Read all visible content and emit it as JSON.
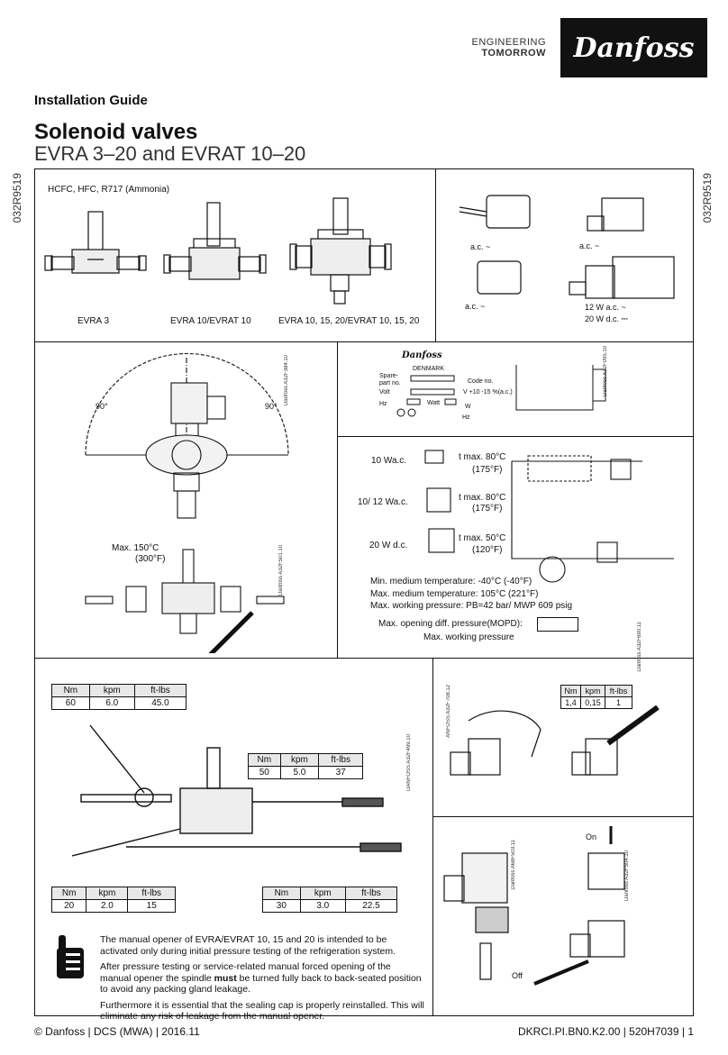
{
  "header": {
    "tagline_1": "ENGINEERING",
    "tagline_2": "TOMORROW",
    "brand": "Danfoss"
  },
  "doc_type": "Installation Guide",
  "title": "Solenoid valves",
  "subtitle": "EVRA 3–20 and EVRAT 10–20",
  "side_code": "032R9519",
  "panel1": {
    "refrigerants": "HCFC, HFC, R717 (Ammonia)",
    "captions": [
      "EVRA 3",
      "EVRA 10/EVRAT 10",
      "EVRA 10, 15, 20/EVRAT 10, 15, 20"
    ]
  },
  "panel2": {
    "labels": [
      "a.c. ~",
      "a.c. ~",
      "a.c. ~",
      "12 W a.c. ~",
      "20 W d.c. ⎓"
    ]
  },
  "panel3": {
    "angle_left": "90°",
    "angle_right": "90°",
    "max_temp_1": "Max. 150°C",
    "max_temp_2": "(300°F)",
    "fig_ref_1": "Danfoss A32F384.10",
    "fig_ref_2": "Danfoss A32F501.10"
  },
  "panel4": {
    "brand": "Danfoss",
    "country": "DENMARK",
    "spare_part": "Spare-\npart no.",
    "volt": "Volt",
    "hz": "Hz",
    "code_no": "Code no.",
    "volt_range": "V +10 -15 %(a.c.)",
    "watt": "Watt",
    "w": "W",
    "hz2": "Hz",
    "fig_ref": "Danfoss A32F095.10"
  },
  "panel5": {
    "rows": [
      {
        "power": "10  Wa.c.",
        "tmax": "t max. 80°C",
        "tf": "(175°F)"
      },
      {
        "power": "10/ 12 Wa.c.",
        "tmax": "t max. 80°C",
        "tf": "(175°F)"
      },
      {
        "power": "20  W d.c.",
        "tmax": "t max. 50°C",
        "tf": "(120°F)"
      }
    ],
    "min_temp": "Min. medium temperature:   -40°C (-40°F)",
    "max_temp": "Max. medium temperature:  105°C (221°F)",
    "max_pressure": "Max. working pressure: PB=42 bar/ MWP 609 psig",
    "mopd": "Max. opening diff. pressure(MOPD):",
    "mwp": "Max. working  pressure",
    "fig_ref": "Danfoss A32F690.11"
  },
  "torque": {
    "headers": [
      "Nm",
      "kpm",
      "ft-lbs"
    ],
    "t1": [
      "60",
      "6.0",
      "45.0"
    ],
    "t2": [
      "50",
      "5.0",
      "37"
    ],
    "t3": [
      "20",
      "2.0",
      "15"
    ],
    "t4": [
      "30",
      "3.0",
      "22.5"
    ],
    "t5": [
      "1,4",
      "0,15",
      "1"
    ],
    "fig_ref": "DANFOSS A32F499.10",
    "fig_ref_small": "ANFOSS A32F708.12"
  },
  "warning": {
    "p1": "The manual opener of EVRA/EVRAT 10, 15 and 20 is intended to be activated only during initial pressure testing of the refrigeration system.",
    "p2a": "After pressure testing or service-related manual forced opening of the manual opener the spindle ",
    "p2b": "must",
    "p2c": " be turned fully back to back-seated position to avoid any packing gland leakage.",
    "p3": "Furthermore it is essential that the sealing cap is properly reinstalled. This will eliminate any risk of leakage from the manual opener."
  },
  "manual": {
    "on": "On",
    "off": "Off",
    "fig_ref_1": "Danfoss A68F503.11",
    "fig_ref_2": "Danfoss A32F504.10"
  },
  "footer": {
    "left": "© Danfoss | DCS (MWA) | 2016.11",
    "right": "DKRCI.PI.BN0.K2.00 | 520H7039 | 1"
  }
}
